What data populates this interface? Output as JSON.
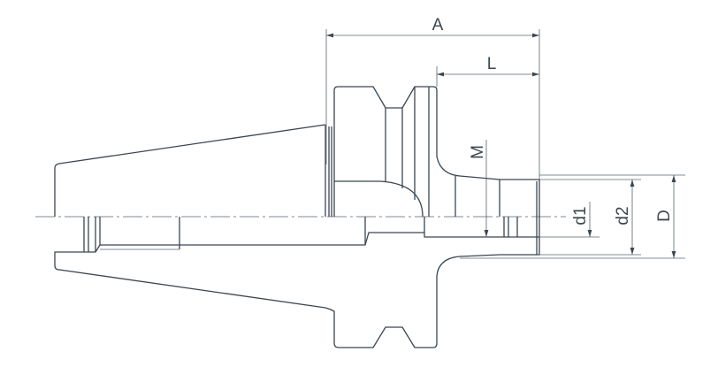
{
  "drawing": {
    "stroke_color": "#3b4650",
    "background": "#ffffff",
    "dimensions": {
      "A": "A",
      "L": "L",
      "M": "M",
      "d1": "d1",
      "d2": "d2",
      "D": "D"
    }
  }
}
